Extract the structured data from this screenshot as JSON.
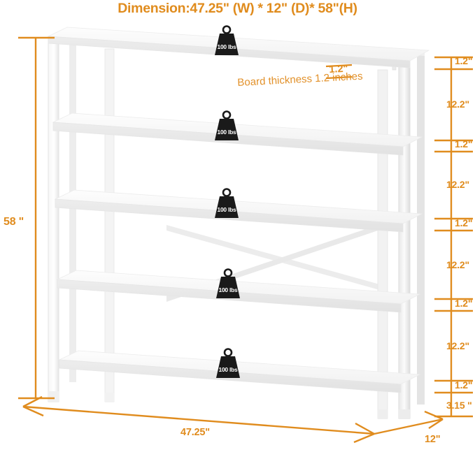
{
  "title": "Dimension:47.25\" (W) * 12\" (D)* 58\"(H)",
  "colors": {
    "accent_orange": "#E08C1E",
    "shelf_white": "#FFFFFF",
    "shelf_shadow": "#E9E9E9",
    "tag_black": "#1A1A1A"
  },
  "annotations": {
    "height_label": "58 \"",
    "width_label": "47.25\"",
    "depth_label": "12\"",
    "board_thickness_callout": "1.2\"",
    "board_thickness_note": "Board thickness 1.2 inches"
  },
  "right_segments": [
    {
      "id": "seg-1",
      "label": "1.2\""
    },
    {
      "id": "seg-2",
      "label": "12.2\""
    },
    {
      "id": "seg-3",
      "label": "1.2\""
    },
    {
      "id": "seg-4",
      "label": "12.2\""
    },
    {
      "id": "seg-5",
      "label": "1.2\""
    },
    {
      "id": "seg-6",
      "label": "12.2\""
    },
    {
      "id": "seg-7",
      "label": "1.2\""
    },
    {
      "id": "seg-8",
      "label": "12.2\""
    },
    {
      "id": "seg-9",
      "label": "1.2\""
    },
    {
      "id": "seg-10",
      "label": "3.15 \""
    }
  ],
  "shelves": [
    {
      "id": "shelf-1",
      "capacity": "100 lbs"
    },
    {
      "id": "shelf-2",
      "capacity": "100 lbs"
    },
    {
      "id": "shelf-3",
      "capacity": "100 lbs"
    },
    {
      "id": "shelf-4",
      "capacity": "100 lbs"
    },
    {
      "id": "shelf-5",
      "capacity": "100 lbs"
    }
  ],
  "product": {
    "type": "5-tier bookshelf",
    "shelf_count": 5,
    "width_in": 47.25,
    "depth_in": 12,
    "height_in": 58,
    "board_thickness_in": 1.2,
    "per_shelf_capacity_lbs": 100
  }
}
